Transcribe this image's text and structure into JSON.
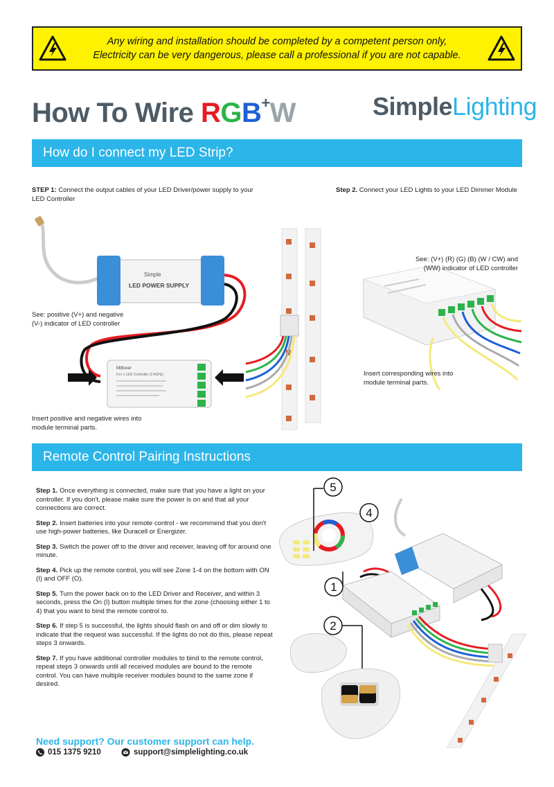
{
  "warning": {
    "line1": "Any wiring and installation should be completed by a competent person only,",
    "line2": "Electricity can be very dangerous, please call a professional if you are not capable."
  },
  "title": {
    "prefix": "How To Wire ",
    "r": "R",
    "g": "G",
    "b": "B",
    "plus": "+",
    "w": "W"
  },
  "logo": {
    "part1": "Simple",
    "part2": "Lighting"
  },
  "section1": {
    "heading": "How do I connect my LED Strip?",
    "step1_label": "STEP 1:",
    "step1_text": " Connect the output cables of your LED Driver/power supply to your LED Controller",
    "step2_label": "Step 2.",
    "step2_text": " Connect your LED Lights to your LED Dimmer Module",
    "note_polarity": "See: positive (V+)  and negative (V-) indicator of LED controller",
    "note_insert_pos": "Insert positive and negative wires into module terminal parts.",
    "note_see_channels": "See: (V+)  (R)  (G)  (B)  (W / CW) and (WW) indicator of LED controller",
    "note_insert_corr": "Insert corresponding wires into module terminal parts.",
    "psu_brand": "Simple",
    "psu_label": "LED POWER SUPPLY",
    "controller_brand": "MiBoxer",
    "controller_model": "5 in 1 LED Controller (2.4GHz)"
  },
  "section2": {
    "heading": "Remote Control Pairing Instructions",
    "steps": [
      {
        "label": "Step 1.",
        "text": "Once everything is connected, make sure that you have a light on your  controller. If you don't, please make sure the power is on and that all your connections are correct."
      },
      {
        "label": "Step 2.",
        "text": "Insert batteries into your remote control - we recommend that you don't use high-power batteries, like Duracell or Energizer."
      },
      {
        "label": "Step 3.",
        "text": "Switch the power off to the driver and receiver, leaving off for around one minute."
      },
      {
        "label": "Step 4.",
        "text": "Pick up the remote control, you will see Zone 1-4 on the bottom with ON (I) and OFF (O)."
      },
      {
        "label": "Step 5.",
        "text": "Turn the power back on to the LED Driver and Receiver, and within 3 seconds, press the On (I) button multiple times for the zone (choosing either 1 to 4) that you want to bind the remote control to."
      },
      {
        "label": "Step 6.",
        "text": "If step 5 is successful, the lights should flash on and off or dim slowly to indicate that the request was successful. If the lights do not do this, please repeat steps 3 onwards."
      },
      {
        "label": "Step 7.",
        "text": "If you have additional controller modules to bind to the remote control, repeat steps 3 onwards until all received modules are bound to the remote control. You can have multiple receiver modules bound to the same zone if desired."
      }
    ],
    "callouts": [
      "5",
      "4",
      "1",
      "2"
    ]
  },
  "support": {
    "headline": "Need support? Our customer support can help.",
    "phone": "015 1375 9210",
    "email": "support@simplelighting.co.uk"
  },
  "colors": {
    "accent_blue": "#2bb5e8",
    "warning_yellow": "#fff200",
    "title_gray": "#4d5b66",
    "wire_red": "#e51c23",
    "wire_green": "#2db34a",
    "wire_blue": "#1e5fd6",
    "wire_white": "#dddddd",
    "wire_yellow": "#f3e97a"
  },
  "icons": [
    "warning-triangle-icon",
    "phone-icon",
    "email-icon"
  ]
}
